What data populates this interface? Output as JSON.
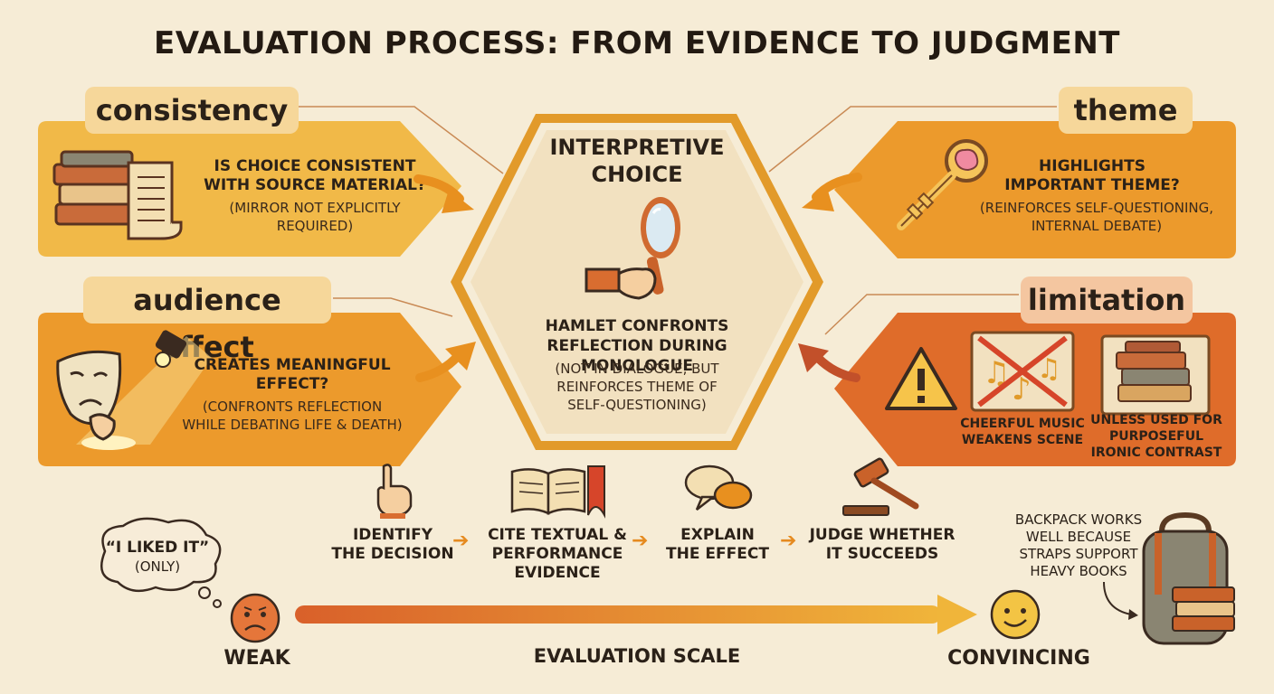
{
  "title": "EVALUATION PROCESS: FROM EVIDENCE TO JUDGMENT",
  "center": {
    "heading_line1": "INTERPRETIVE",
    "heading_line2": "CHOICE",
    "desc_line1": "HAMLET CONFRONTS",
    "desc_line2": "REFLECTION DURING MONOLOGUE",
    "note_line1": "(NOT IN DIALOGUE, BUT",
    "note_line2": "REINFORCES THEME OF",
    "note_line3": "SELF-QUESTIONING)"
  },
  "consistency": {
    "tag": "consistency",
    "q1": "IS CHOICE CONSISTENT",
    "q2": "WITH SOURCE MATERIAL?",
    "s1": "(MIRROR NOT EXPLICITLY",
    "s2": "REQUIRED)"
  },
  "audience": {
    "tag": "audience effect",
    "q1": "CREATES MEANINGFUL",
    "q2": "EFFECT?",
    "s1": "(CONFRONTS REFLECTION",
    "s2": "WHILE DEBATING LIFE & DEATH)"
  },
  "theme": {
    "tag": "theme",
    "q1": "HIGHLIGHTS",
    "q2": "IMPORTANT THEME?",
    "s1": "(REINFORCES SELF-QUESTIONING,",
    "s2": "INTERNAL DEBATE)"
  },
  "limitation": {
    "tag": "limitation",
    "c1a": "CHEERFUL MUSIC",
    "c1b": "WEAKENS SCENE",
    "c2a": "UNLESS USED FOR",
    "c2b": "PURPOSEFUL",
    "c2c": "IRONIC CONTRAST"
  },
  "steps": [
    {
      "l1": "IDENTIFY",
      "l2": "THE DECISION"
    },
    {
      "l1": "CITE TEXTUAL &",
      "l2": "PERFORMANCE",
      "l3": "EVIDENCE"
    },
    {
      "l1": "EXPLAIN",
      "l2": "THE EFFECT"
    },
    {
      "l1": "JUDGE WHETHER",
      "l2": "IT SUCCEEDS"
    }
  ],
  "scale": {
    "weak": "WEAK",
    "label": "EVALUATION SCALE",
    "convincing": "CONVINCING",
    "thought_l1": "“I LIKED IT”",
    "thought_l2": "(ONLY)",
    "backpack_l1": "BACKPACK WORKS",
    "backpack_l2": "WELL BECAUSE",
    "backpack_l3": "STRAPS SUPPORT",
    "backpack_l4": "HEAVY BOOKS"
  },
  "colors": {
    "background": "#f6ecd6",
    "light_orange": "#f1b948",
    "orange": "#ec9a2c",
    "dark_orange": "#df6c2a",
    "tag_fill": "#f6d79a",
    "center_fill": "#f2e1c0",
    "center_stroke": "#e29a2a"
  }
}
